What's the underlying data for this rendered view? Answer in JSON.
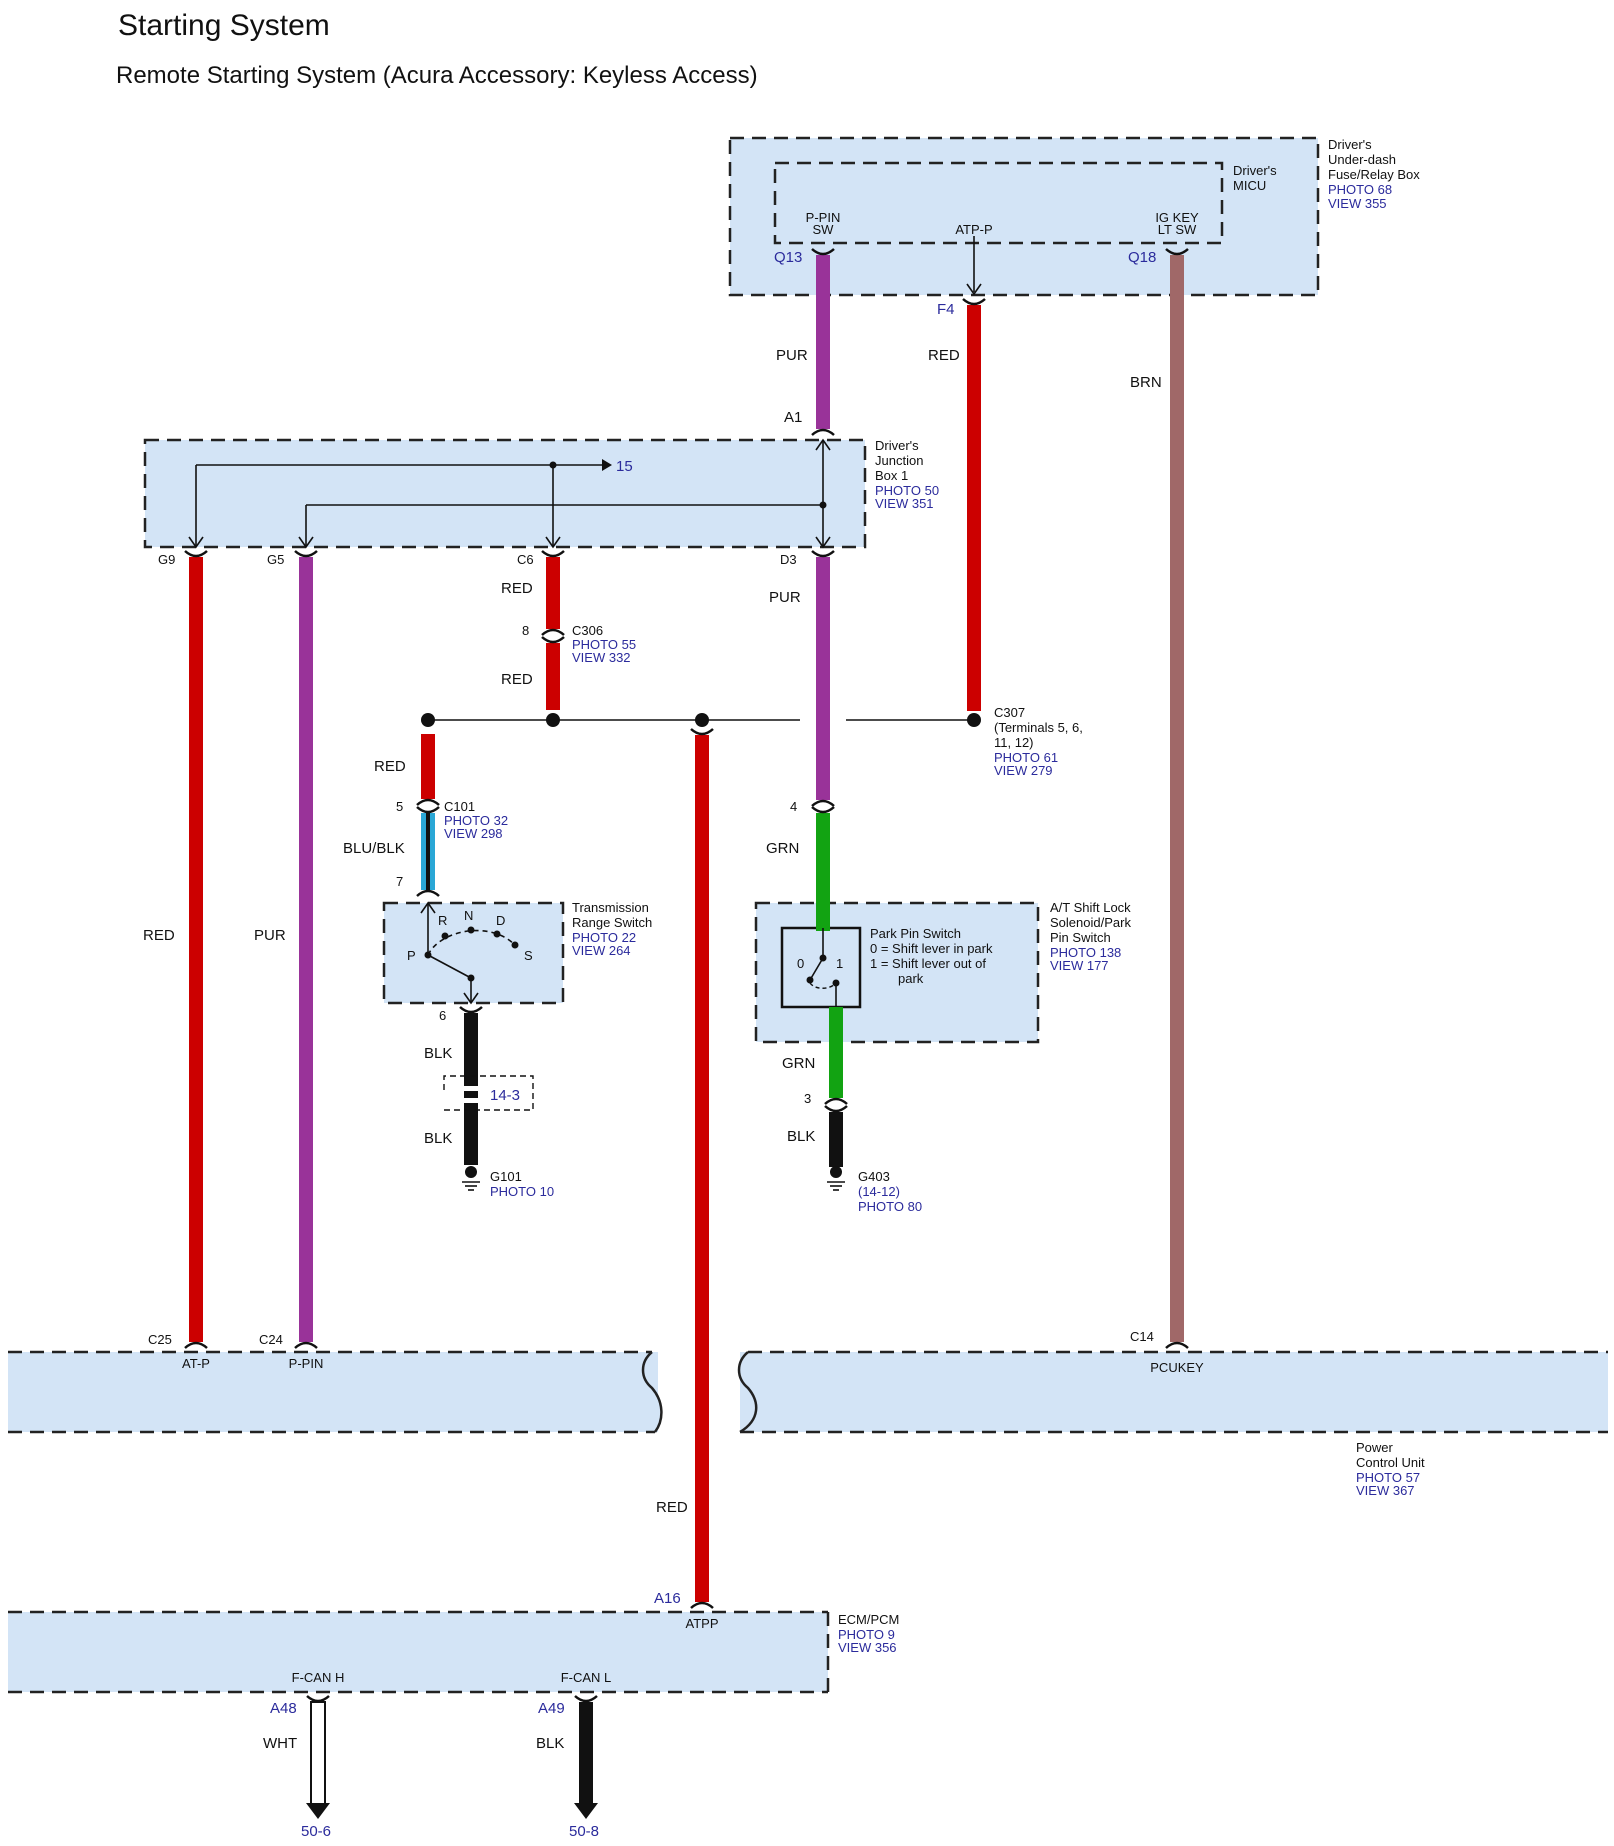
{
  "header": {
    "title": "Starting System",
    "subtitle": "Remote Starting System (Acura Accessory: Keyless Access)"
  },
  "components": {
    "fuse_box": {
      "name_1": "Driver's",
      "name_2": "Under-dash",
      "name_3": "Fuse/Relay Box",
      "photo": "PHOTO 68",
      "view": "VIEW 355"
    },
    "micu": {
      "name_1": "Driver's",
      "name_2": "MICU",
      "pin_ppin_1": "P-PIN",
      "pin_ppin_2": "SW",
      "pin_atpp": "ATP-P",
      "pin_igkey_1": "IG KEY",
      "pin_igkey_2": "LT SW"
    },
    "junction_box": {
      "name_1": "Driver's",
      "name_2": "Junction",
      "name_3": "Box 1",
      "photo": "PHOTO 50",
      "view": "VIEW 351",
      "ref": "15"
    },
    "c306": {
      "name": "C306",
      "photo": "PHOTO 55",
      "view": "VIEW 332",
      "pin": "8"
    },
    "c307": {
      "name": "C307",
      "desc_1": "(Terminals 5, 6,",
      "desc_2": "11, 12)",
      "photo": "PHOTO 61",
      "view": "VIEW 279"
    },
    "c101": {
      "name": "C101",
      "photo": "PHOTO 32",
      "view": "VIEW 298",
      "pin_a": "5",
      "pin_b": "7"
    },
    "trs": {
      "name_1": "Transmission",
      "name_2": "Range Switch",
      "photo": "PHOTO 22",
      "view": "VIEW 264",
      "pos_r": "R",
      "pos_n": "N",
      "pos_d": "D",
      "pos_p": "P",
      "pos_s": "S",
      "pin": "6"
    },
    "shift_lock": {
      "name_1": "A/T Shift Lock",
      "name_2": "Solenoid/Park",
      "name_3": "Pin Switch",
      "photo": "PHOTO 138",
      "view": "VIEW 177",
      "pin_top": "4",
      "pin_bottom": "3"
    },
    "park_pin": {
      "title": "Park Pin Switch",
      "line_1": "0 = Shift lever in park",
      "line_2": "1 = Shift lever out of",
      "line_3": "park",
      "pos_0": "0",
      "pos_1": "1"
    },
    "splice": {
      "ref": "14-3"
    },
    "g101": {
      "name": "G101",
      "photo": "PHOTO 10"
    },
    "g403": {
      "name": "G403",
      "ref": "(14-12)",
      "photo": "PHOTO 80"
    },
    "pcu": {
      "name_1": "Power",
      "name_2": "Control Unit",
      "photo": "PHOTO 57",
      "view": "VIEW 367",
      "pin_atp": "AT-P",
      "pin_ppin": "P-PIN",
      "pin_pcukey": "PCUKEY"
    },
    "ecm": {
      "name": "ECM/PCM",
      "photo": "PHOTO 9",
      "view": "VIEW 356",
      "pin_atpp": "ATPP",
      "pin_fcanh": "F-CAN H",
      "pin_fcanl": "F-CAN L"
    }
  },
  "terminals": {
    "q13": "Q13",
    "q18": "Q18",
    "f4": "F4",
    "a1": "A1",
    "g9": "G9",
    "g5": "G5",
    "c6": "C6",
    "d3": "D3",
    "c25": "C25",
    "c24": "C24",
    "c14": "C14",
    "a16": "A16",
    "a48": "A48",
    "a49": "A49"
  },
  "wires": {
    "pur_q13": "PUR",
    "red_f4": "RED",
    "brn_q18": "BRN",
    "red_c6": "RED",
    "red_c306": "RED",
    "pur_d3": "PUR",
    "red_c101": "RED",
    "blublk": "BLU/BLK",
    "grn_top": "GRN",
    "red_g9": "RED",
    "pur_g5": "PUR",
    "grn_bottom": "GRN",
    "blk_g403": "BLK",
    "blk_trs": "BLK",
    "blk_g101": "BLK",
    "red_a16": "RED",
    "wht": "WHT",
    "blk_a49": "BLK"
  },
  "refs": {
    "ref_50_6": "50-6",
    "ref_50_8": "50-8"
  },
  "colors": {
    "red": "#cc0000",
    "pur": "#993399",
    "brn": "#a06868",
    "grn": "#12a312",
    "blk": "#111111",
    "blu": "#2aa7d6",
    "box_fill": "#d3e4f6",
    "ref_blue": "#2b2b9c"
  }
}
